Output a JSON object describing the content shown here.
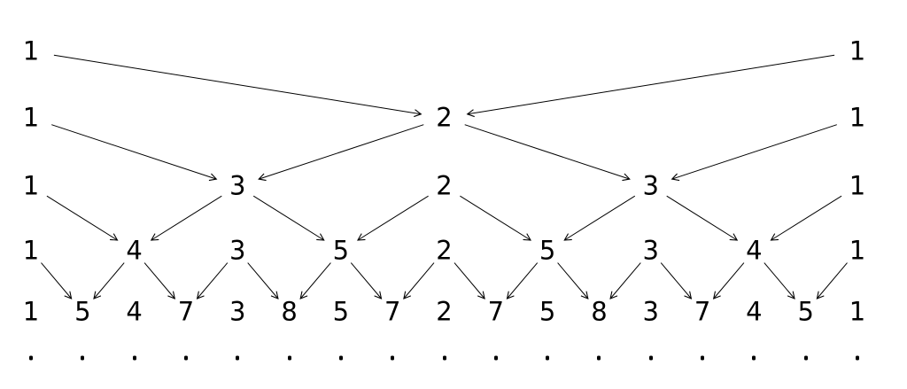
{
  "page": {
    "background": "#ffffff",
    "ink": "#000000"
  },
  "diagram": {
    "rows": [
      {
        "cols": [
          0,
          16
        ],
        "values": [
          "1",
          "1"
        ]
      },
      {
        "cols": [
          0,
          8,
          16
        ],
        "values": [
          "1",
          "2",
          "1"
        ]
      },
      {
        "cols": [
          0,
          4,
          8,
          12,
          16
        ],
        "values": [
          "1",
          "3",
          "2",
          "3",
          "1"
        ]
      },
      {
        "cols": [
          0,
          2,
          4,
          6,
          8,
          10,
          12,
          14,
          16
        ],
        "values": [
          "1",
          "4",
          "3",
          "5",
          "2",
          "5",
          "3",
          "4",
          "1"
        ]
      },
      {
        "cols": [
          0,
          1,
          2,
          3,
          4,
          5,
          6,
          7,
          8,
          9,
          10,
          11,
          12,
          13,
          14,
          15,
          16
        ],
        "values": [
          "1",
          "5",
          "4",
          "7",
          "3",
          "8",
          "5",
          "7",
          "2",
          "7",
          "5",
          "8",
          "3",
          "7",
          "4",
          "5",
          "1"
        ]
      }
    ],
    "continuation_dots": {
      "glyph": ".",
      "cols": [
        0,
        1,
        2,
        3,
        4,
        5,
        6,
        7,
        8,
        9,
        10,
        11,
        12,
        13,
        14,
        15,
        16
      ]
    },
    "arrows": [
      {
        "from": [
          0,
          0
        ],
        "to": [
          1,
          8
        ]
      },
      {
        "from": [
          0,
          16
        ],
        "to": [
          1,
          8
        ]
      },
      {
        "from": [
          1,
          0
        ],
        "to": [
          2,
          4
        ]
      },
      {
        "from": [
          1,
          8
        ],
        "to": [
          2,
          4
        ]
      },
      {
        "from": [
          1,
          8
        ],
        "to": [
          2,
          12
        ]
      },
      {
        "from": [
          1,
          16
        ],
        "to": [
          2,
          12
        ]
      },
      {
        "from": [
          2,
          0
        ],
        "to": [
          3,
          2
        ]
      },
      {
        "from": [
          2,
          4
        ],
        "to": [
          3,
          2
        ]
      },
      {
        "from": [
          2,
          4
        ],
        "to": [
          3,
          6
        ]
      },
      {
        "from": [
          2,
          8
        ],
        "to": [
          3,
          6
        ]
      },
      {
        "from": [
          2,
          8
        ],
        "to": [
          3,
          10
        ]
      },
      {
        "from": [
          2,
          12
        ],
        "to": [
          3,
          10
        ]
      },
      {
        "from": [
          2,
          12
        ],
        "to": [
          3,
          14
        ]
      },
      {
        "from": [
          2,
          16
        ],
        "to": [
          3,
          14
        ]
      },
      {
        "from": [
          3,
          0
        ],
        "to": [
          4,
          1
        ]
      },
      {
        "from": [
          3,
          2
        ],
        "to": [
          4,
          1
        ]
      },
      {
        "from": [
          3,
          2
        ],
        "to": [
          4,
          3
        ]
      },
      {
        "from": [
          3,
          4
        ],
        "to": [
          4,
          3
        ]
      },
      {
        "from": [
          3,
          4
        ],
        "to": [
          4,
          5
        ]
      },
      {
        "from": [
          3,
          6
        ],
        "to": [
          4,
          5
        ]
      },
      {
        "from": [
          3,
          6
        ],
        "to": [
          4,
          7
        ]
      },
      {
        "from": [
          3,
          8
        ],
        "to": [
          4,
          7
        ]
      },
      {
        "from": [
          3,
          8
        ],
        "to": [
          4,
          9
        ]
      },
      {
        "from": [
          3,
          10
        ],
        "to": [
          4,
          9
        ]
      },
      {
        "from": [
          3,
          10
        ],
        "to": [
          4,
          11
        ]
      },
      {
        "from": [
          3,
          12
        ],
        "to": [
          4,
          11
        ]
      },
      {
        "from": [
          3,
          12
        ],
        "to": [
          4,
          13
        ]
      },
      {
        "from": [
          3,
          14
        ],
        "to": [
          4,
          13
        ]
      },
      {
        "from": [
          3,
          14
        ],
        "to": [
          4,
          15
        ]
      },
      {
        "from": [
          3,
          16
        ],
        "to": [
          4,
          15
        ]
      }
    ]
  }
}
